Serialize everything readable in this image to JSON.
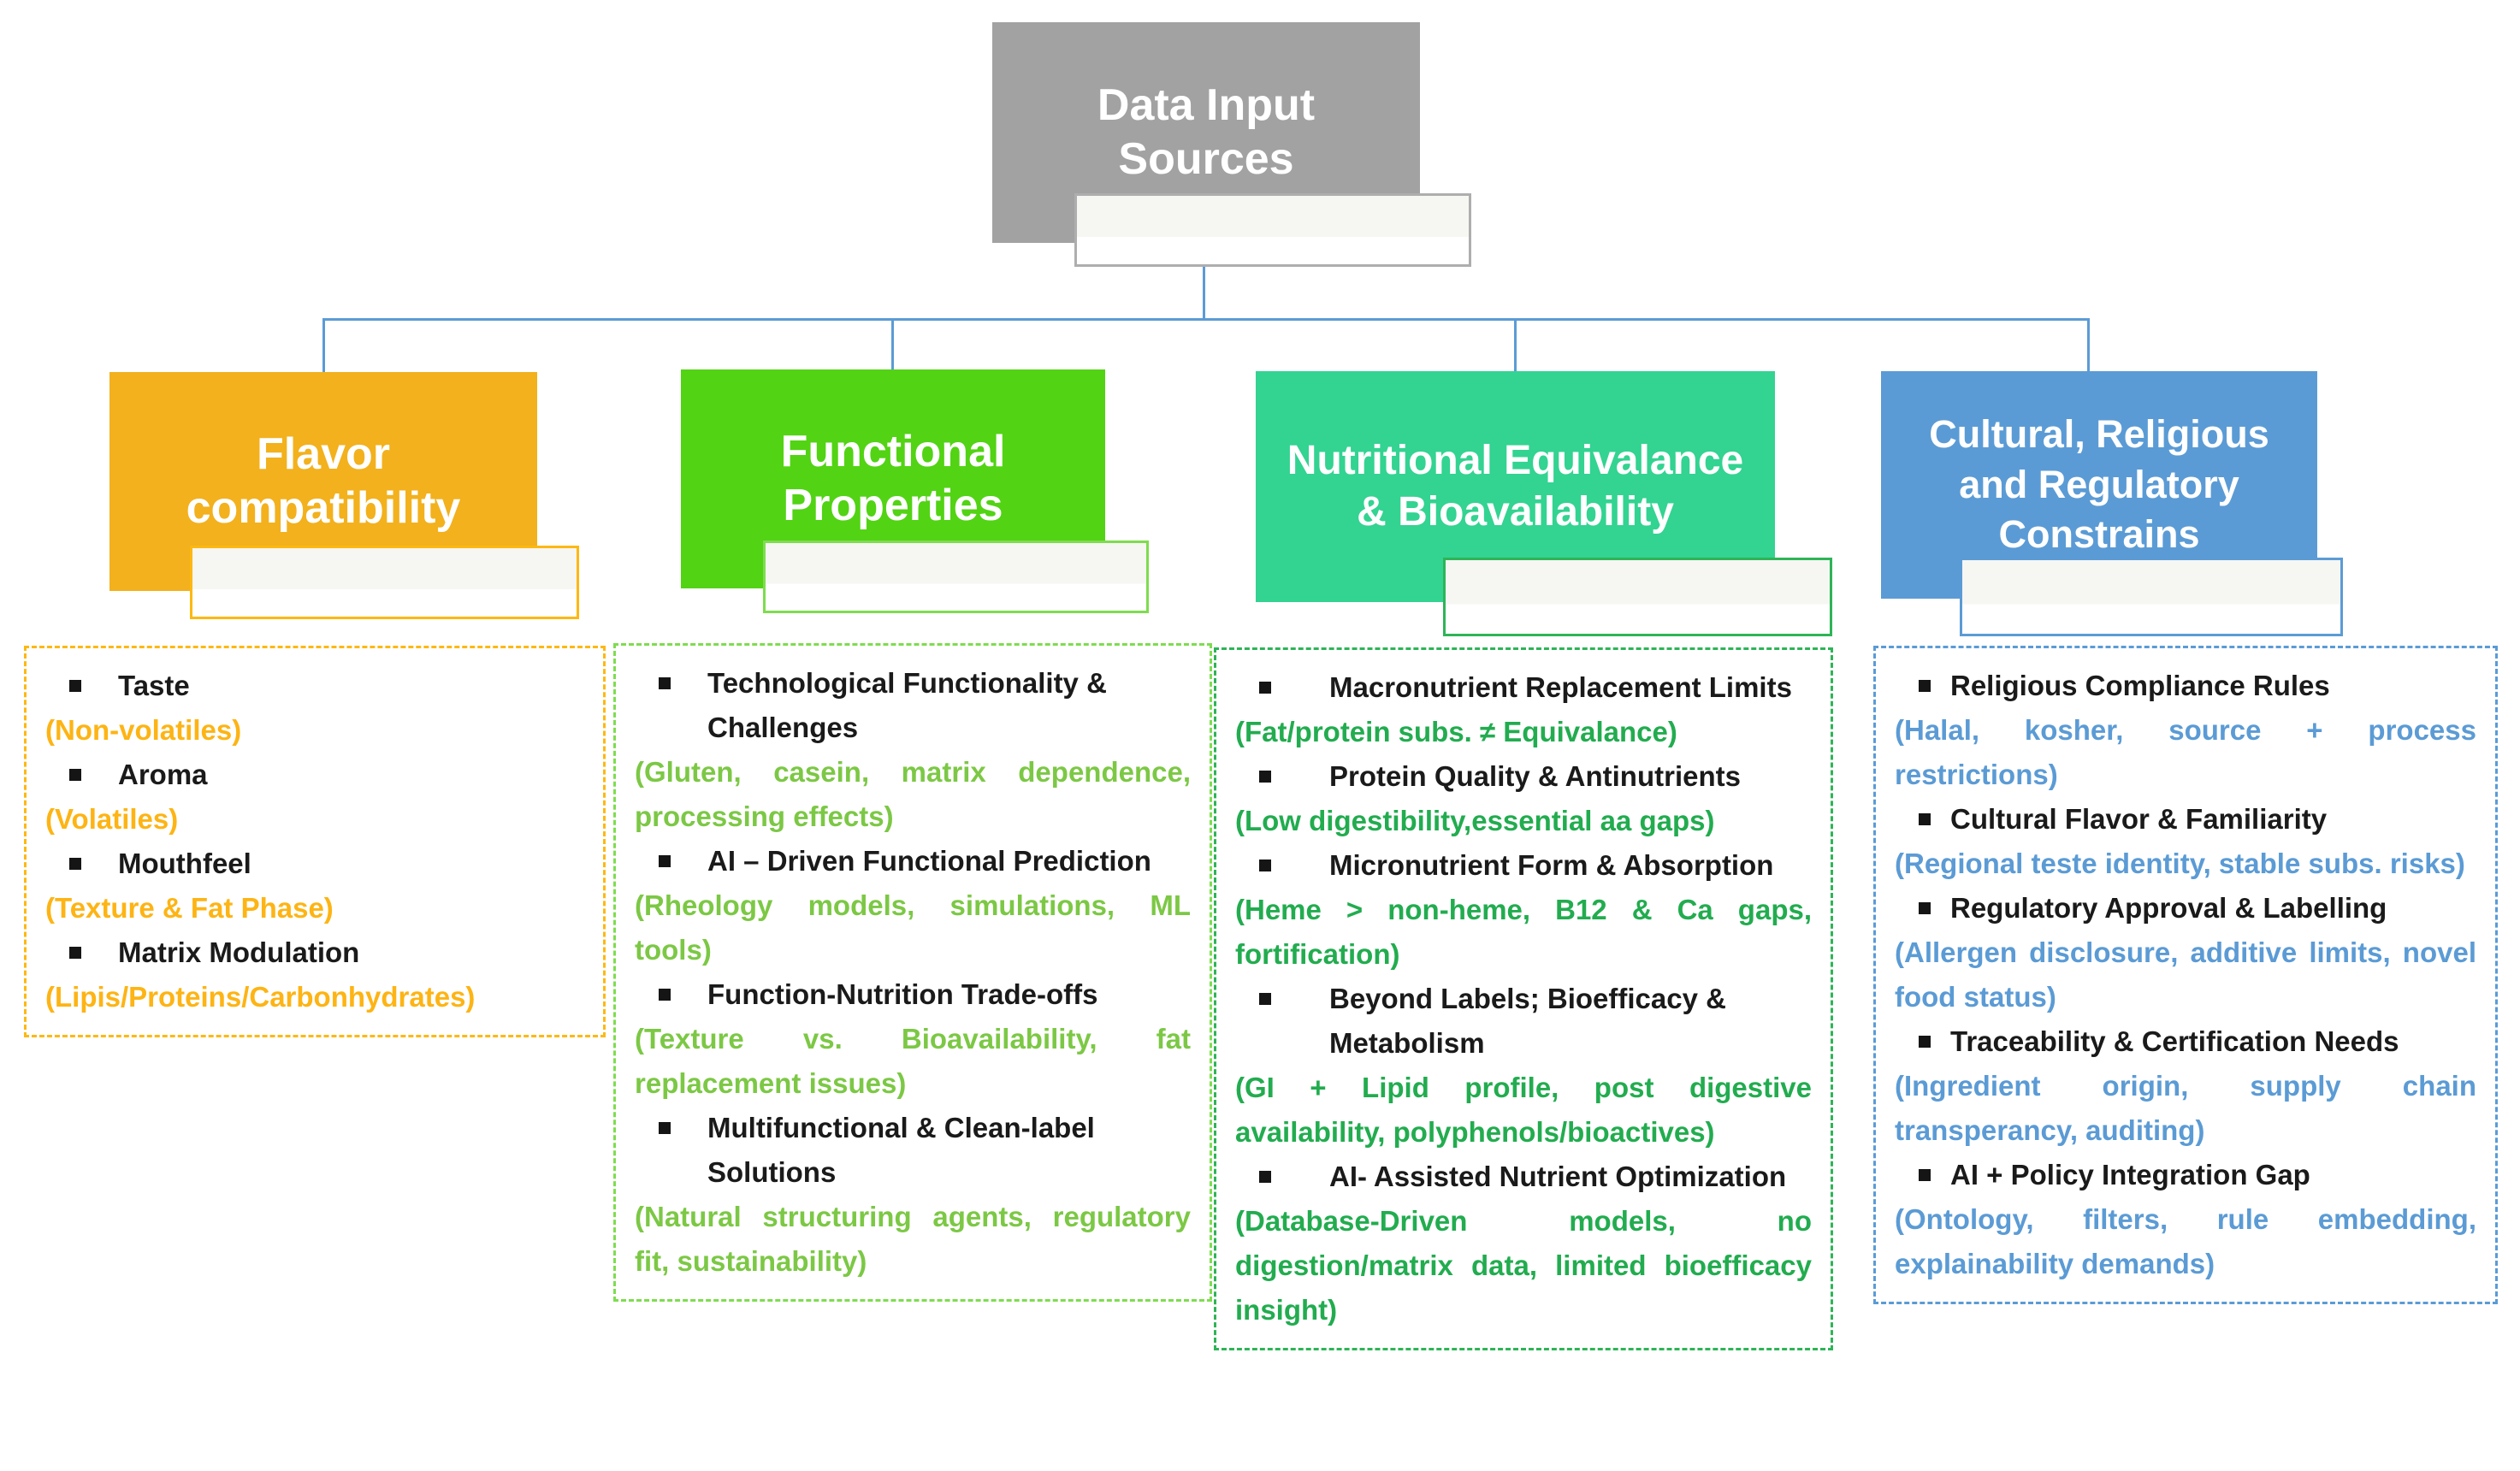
{
  "colors": {
    "connector": "#5B9BD5",
    "text": "#1A1A1A",
    "background": "#FFFFFF"
  },
  "root": {
    "title": "Data Input Sources",
    "colors": {
      "header_bg": "#A2A2A2",
      "box_border": "#AEAEAE"
    }
  },
  "columns": [
    {
      "title": "Flavor compatibility",
      "colors": {
        "header_bg": "#F2B11D",
        "box_border": "#FDB813",
        "note_text": "#FDB414"
      },
      "items": [
        {
          "title": "Taste",
          "note": "(Non-volatiles)"
        },
        {
          "title": "Aroma",
          "note": "(Volatiles)"
        },
        {
          "title": "Mouthfeel",
          "note": "(Texture & Fat Phase)"
        },
        {
          "title": "Matrix Modulation",
          "note": "(Lipis/Proteins/Carbonhydrates)"
        }
      ]
    },
    {
      "title": "Functional Properties",
      "colors": {
        "header_bg": "#52D314",
        "box_border": "#7EDC4F",
        "note_text": "#7CC845"
      },
      "items": [
        {
          "title": "Technological Functionality & Challenges",
          "note": "(Gluten, casein, matrix dependence, processing effects)"
        },
        {
          "title": "AI – Driven Functional Prediction",
          "note": "(Rheology models, simulations, ML tools)"
        },
        {
          "title": "Function-Nutrition Trade-offs",
          "note": "(Texture vs. Bioavailability, fat replacement issues)"
        },
        {
          "title": "Multifunctional & Clean-label Solutions",
          "note": "(Natural structuring agents, regulatory fit, sustainability)"
        }
      ]
    },
    {
      "title": "Nutritional Equivalance & Bioavailability",
      "colors": {
        "header_bg": "#33D391",
        "box_border": "#2EB457",
        "note_text": "#22AC4F"
      },
      "items": [
        {
          "title": "Macronutrient Replacement Limits",
          "note": "(Fat/protein subs. ≠ Equivalance)"
        },
        {
          "title": "Protein Quality & Antinutrients",
          "note": "(Low digestibility,essential aa gaps)"
        },
        {
          "title": "Micronutrient Form & Absorption",
          "note": "(Heme > non-heme, B12 & Ca gaps, fortification)"
        },
        {
          "title": "Beyond Labels; Bioefficacy & Metabolism",
          "note": "(GI + Lipid profile, post digestive availability, polyphenols/bioactives)"
        },
        {
          "title": "AI- Assisted Nutrient Optimization",
          "note": "(Database-Driven models, no digestion/matrix data, limited bioefficacy insight)"
        }
      ]
    },
    {
      "title": "Cultural, Religious and Regulatory Constrains",
      "colors": {
        "header_bg": "#5B9BD5",
        "box_border": "#5B9BD5",
        "note_text": "#5B9BD5"
      },
      "items": [
        {
          "title": "Religious Compliance Rules",
          "note": "(Halal, kosher, source + process restrictions)"
        },
        {
          "title": "Cultural Flavor & Familiarity",
          "note": "(Regional teste identity, stable subs. risks)"
        },
        {
          "title": "Regulatory Approval & Labelling",
          "note": "(Allergen disclosure, additive limits, novel food status)"
        },
        {
          "title": "Traceability & Certification Needs",
          "note": "(Ingredient origin, supply chain transperancy, auditing)"
        },
        {
          "title": "AI + Policy Integration Gap",
          "note": "(Ontology, filters, rule embedding, explainability demands)"
        }
      ]
    }
  ]
}
